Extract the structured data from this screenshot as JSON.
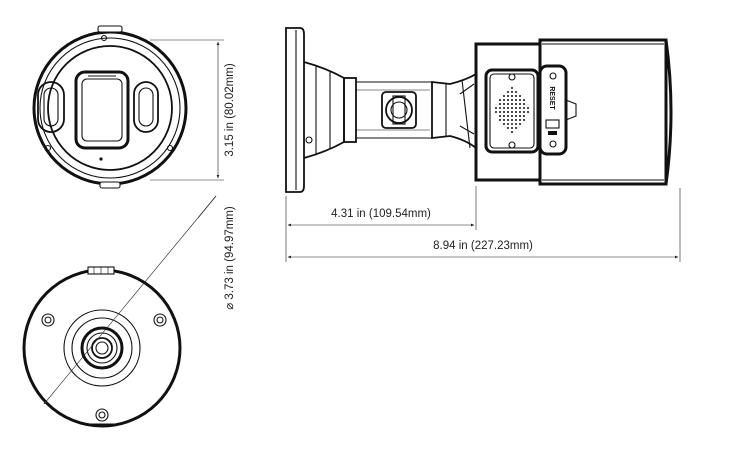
{
  "dimensions": {
    "front_height": "3.15 in (80.02mm)",
    "mount_diameter": "⌀ 3.73 in (94.97mm)",
    "mount_to_body": "4.31 in (109.54mm)",
    "overall_length": "8.94 in (227.23mm)"
  },
  "labels": {
    "reset": "RESET"
  },
  "colors": {
    "line": "#111111",
    "text": "#222222",
    "background": "#ffffff"
  }
}
